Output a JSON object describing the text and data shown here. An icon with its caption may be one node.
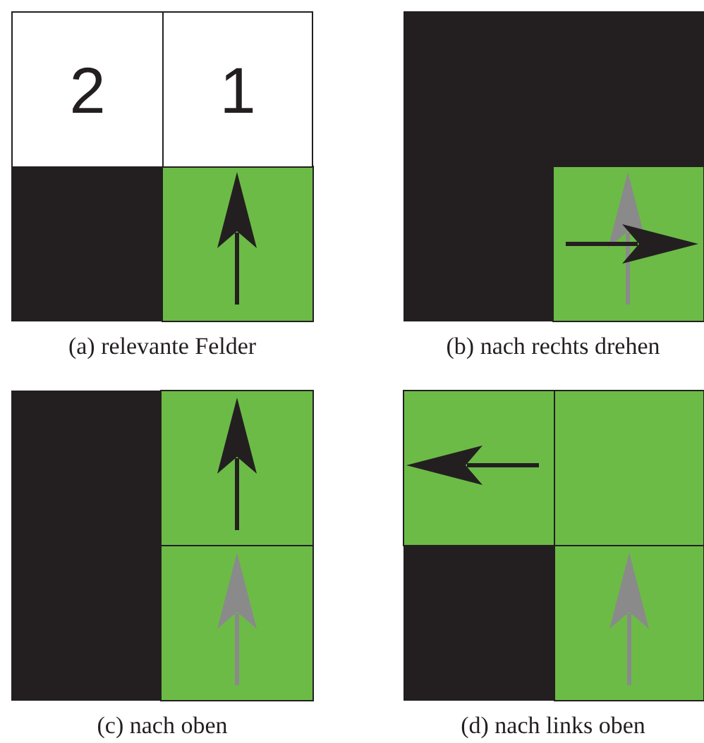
{
  "diagram": {
    "nodes": [
      {
        "text": [
          "2"
        ]
      },
      {
        "text": [
          "1"
        ]
      }
    ],
    "labels": [
      "(a) relevante Felder",
      "(b) nach rechts drehen",
      "(c) nach oben",
      "(d) nach links oben"
    ]
  }
}
